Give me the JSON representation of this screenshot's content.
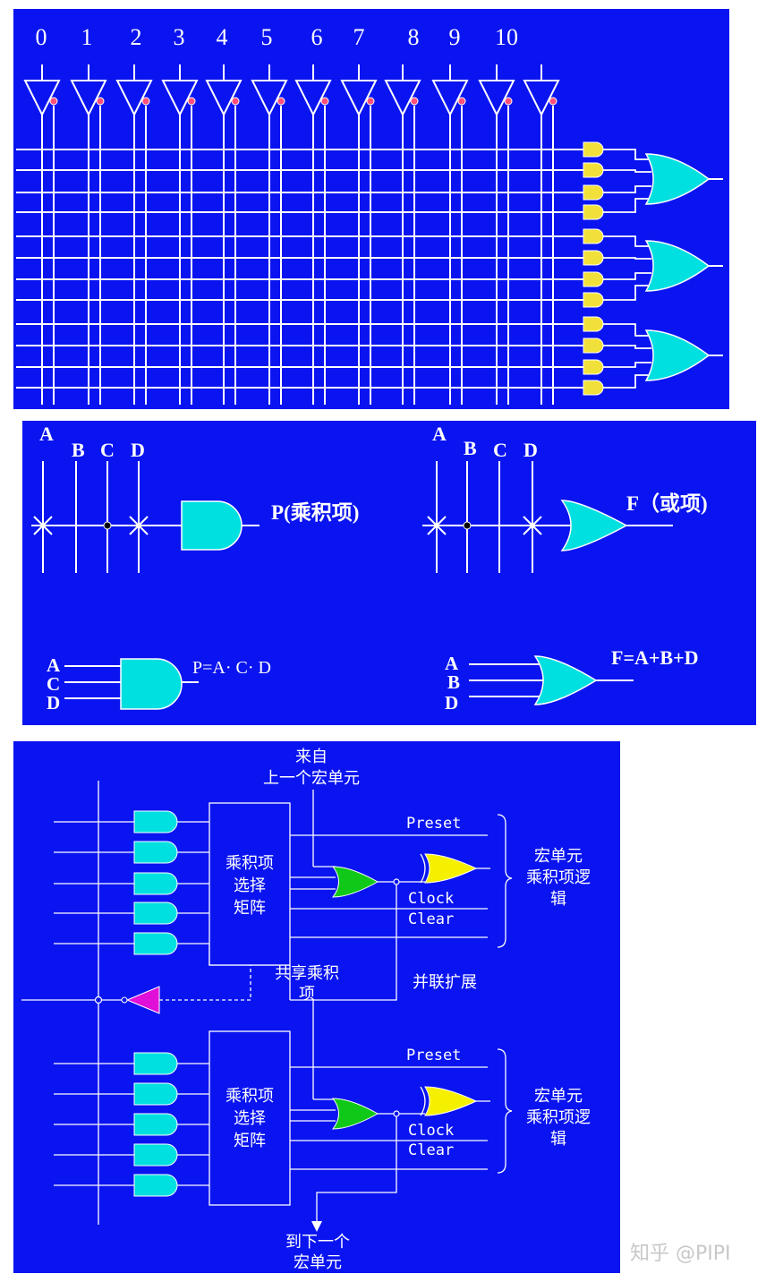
{
  "colors": {
    "panel": "#0a14f0",
    "line": "#ffffff",
    "and_small": "#f2e03a",
    "or_gate": "#00e0e0",
    "pin": "#ff4f7a",
    "green": "#10c818",
    "yellow": "#f5f000",
    "magenta": "#e010d8"
  },
  "panel1": {
    "input_numbers": [
      "0",
      "1",
      "2",
      "3",
      "4",
      "5",
      "6",
      "7",
      "8",
      "9",
      "10"
    ]
  },
  "panel2": {
    "left_labels": [
      "A",
      "B",
      "C",
      "D"
    ],
    "product_label": "P(乘积项)",
    "right_labels": [
      "A",
      "B",
      "C",
      "D"
    ],
    "or_label": "F（或项)",
    "and_inputs": [
      "A",
      "C",
      "D"
    ],
    "and_eq": "P=A· C· D",
    "or_inputs": [
      "A",
      "B",
      "D"
    ],
    "or_eq": "F=A+B+D"
  },
  "panel3": {
    "from_prev": [
      "来自",
      "上一个宏单元"
    ],
    "matrix_label": [
      "乘积项",
      "选择",
      "矩阵"
    ],
    "preset": "Preset",
    "clock": "Clock",
    "clear": "Clear",
    "macro_label": [
      "宏单元",
      "乘积项逻",
      "辑"
    ],
    "shared_term": [
      "共享乘积",
      "项"
    ],
    "parallel_expand": "并联扩展",
    "to_next": [
      "到下一个",
      "宏单元"
    ]
  },
  "watermark": "知乎 @PIPI"
}
